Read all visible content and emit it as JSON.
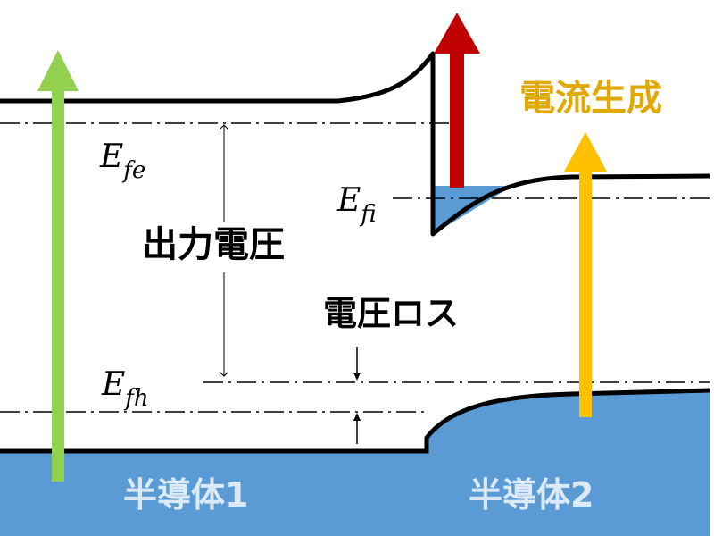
{
  "labels": {
    "current_generation": "電流生成",
    "output_voltage": "出力電圧",
    "voltage_loss": "電圧ロス",
    "semiconductor1": "半導体1",
    "semiconductor2": "半導体2"
  },
  "fermi_levels": {
    "electron": {
      "symbol": "E",
      "subscript": "fe"
    },
    "interface": {
      "symbol": "E",
      "subscript": "fi"
    },
    "hole": {
      "symbol": "E",
      "subscript": "fh"
    }
  },
  "colors": {
    "semiconductor_fill": "#5b9bd5",
    "green_arrow": "#92d050",
    "red_arrow": "#c00000",
    "yellow_arrow": "#ffc000",
    "current_label": "#e0a800",
    "band_line": "#000000",
    "semiconductor_text": "#dce9f7"
  }
}
